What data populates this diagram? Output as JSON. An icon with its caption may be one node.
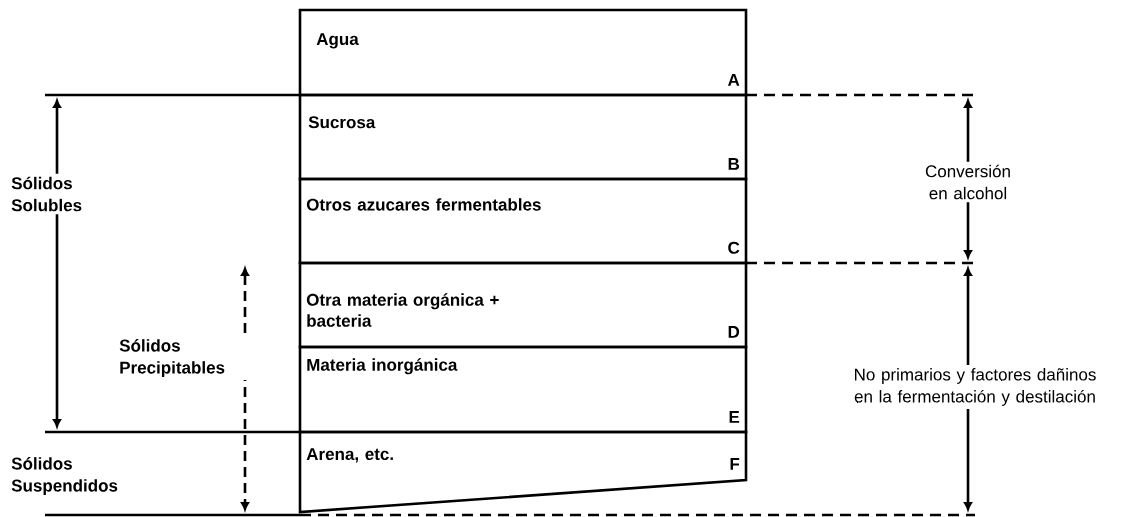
{
  "diagram": {
    "nodes": [
      {
        "text": [
          "Agua",
          "A"
        ]
      },
      {
        "text": [
          "Sucrosa",
          "B"
        ]
      },
      {
        "text": [
          "Otros azucares fermentables",
          "C"
        ]
      },
      {
        "text": [
          "Otra materia orgánica + bacteria",
          "D"
        ]
      },
      {
        "text": [
          "Materia inorgánica",
          "E"
        ]
      },
      {
        "text": [
          "Arena, etc.",
          "F"
        ]
      }
    ],
    "labels": [
      "Conversión en alcohol",
      "Sólidos Solubles",
      "Sólidos Precipitables",
      "No primarios y factores dañinos en la fermentación y destilación",
      "Sólidos Suspendidos"
    ]
  }
}
